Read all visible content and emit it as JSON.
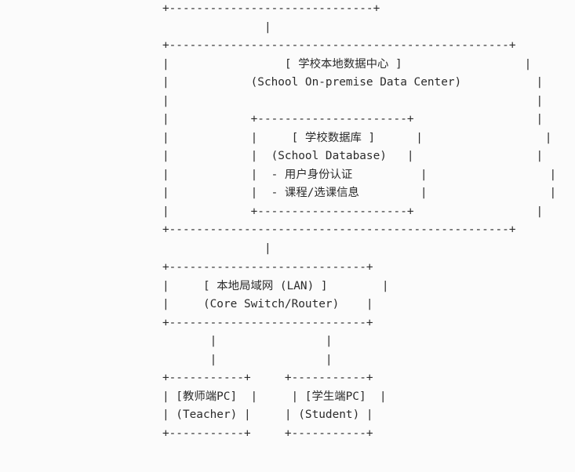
{
  "diagram": {
    "type": "ascii-art-network-architecture",
    "title_zh": "学校本地数据中心",
    "title_en": "School On-premise Data Center",
    "text_color": "#2b2b2b",
    "background_color": "#fbfbfb",
    "nodes": [
      {
        "id": "uplink",
        "name": "upstream-edge-box",
        "labels": [],
        "border_width_chars": 31,
        "note": "empty box at top of diagram, connects downward"
      },
      {
        "id": "data-center",
        "name": "school-on-premise-data-center",
        "labels": [
          "[ 学校本地数据中心 ]",
          "(School On-premise Data Center)"
        ],
        "border_width_chars": 51
      },
      {
        "id": "database",
        "name": "school-database",
        "labels": [
          "[ 学校数据库 ]",
          "(School Database)",
          "- 用户身份认证",
          "- 课程/选课信息"
        ],
        "border_width_chars": 22,
        "parent": "data-center"
      },
      {
        "id": "lan",
        "name": "local-area-network",
        "labels": [
          "[ 本地局域网 (LAN) ]",
          "(Core Switch/Router)"
        ],
        "border_width_chars": 30
      },
      {
        "id": "teacher-pc",
        "name": "teacher-client-pc",
        "labels": [
          "[教师端PC]",
          "(Teacher)"
        ],
        "border_width_chars": 13
      },
      {
        "id": "student-pc",
        "name": "student-client-pc",
        "labels": [
          "[学生端PC]",
          "(Student)"
        ],
        "border_width_chars": 13
      }
    ],
    "edges": [
      {
        "from": "uplink",
        "to": "data-center",
        "style": "vertical-bar"
      },
      {
        "from": "data-center",
        "to": "lan",
        "style": "vertical-bar"
      },
      {
        "from": "lan",
        "to": "teacher-pc",
        "style": "vertical-bar"
      },
      {
        "from": "lan",
        "to": "student-pc",
        "style": "vertical-bar"
      }
    ],
    "art": {
      "internet_edge": "      +------------------------------+\n                     |",
      "data_center": "      +--------------------------------------------------+\n      |                 [ 学校本地数据中心 ]                  |\n      |            (School On-premise Data Center)           |\n      |                                                      |\n      |            +----------------------+                  |\n      |            |     [ 学校数据库 ]      |                  |\n      |            |  (School Database)   |                  |\n      |            |  - 用户身份认证          |                  |\n      |            |  - 课程/选课信息         |                  |\n      |            +----------------------+                  |\n      +--------------------------------------------------+",
      "dc_link": "                     |",
      "lan": "      +-----------------------------+\n      |     [ 本地局域网 (LAN) ]        |\n      |     (Core Switch/Router)    |\n      +-----------------------------+",
      "lan_link": "             |                |\n             |                |",
      "clients": "      +-----------+     +-----------+\n      | [教师端PC]  |     | [学生端PC]  |\n      | (Teacher) |     | (Student) |\n      +-----------+     +-----------+"
    },
    "lines": {
      "l01": "+------------------------------+",
      "l02": "|",
      "l03": "+--------------------------------------------------+",
      "l04_border": "|",
      "l04_text": "[ 学校本地数据中心 ]",
      "l05_text": "(School On-premise Data Center)",
      "db_top": "+----------------------+",
      "db_l1": "[ 学校数据库 ]",
      "db_l2": "(School Database)",
      "db_l3": "- 用户身份认证",
      "db_l4": "- 课程/选课信息",
      "db_bottom": "+----------------------+",
      "lan_top": "+-----------------------------+",
      "lan_l1": "[ 本地局域网 (LAN) ]",
      "lan_l2": "(Core Switch/Router)",
      "lan_bottom": "+-----------------------------+",
      "pc_top": "+-----------+",
      "teacher_l1": "[教师端PC]",
      "teacher_l2": "(Teacher)",
      "student_l1": "[学生端PC]",
      "student_l2": "(Student)",
      "pc_bottom": "+-----------+"
    }
  }
}
